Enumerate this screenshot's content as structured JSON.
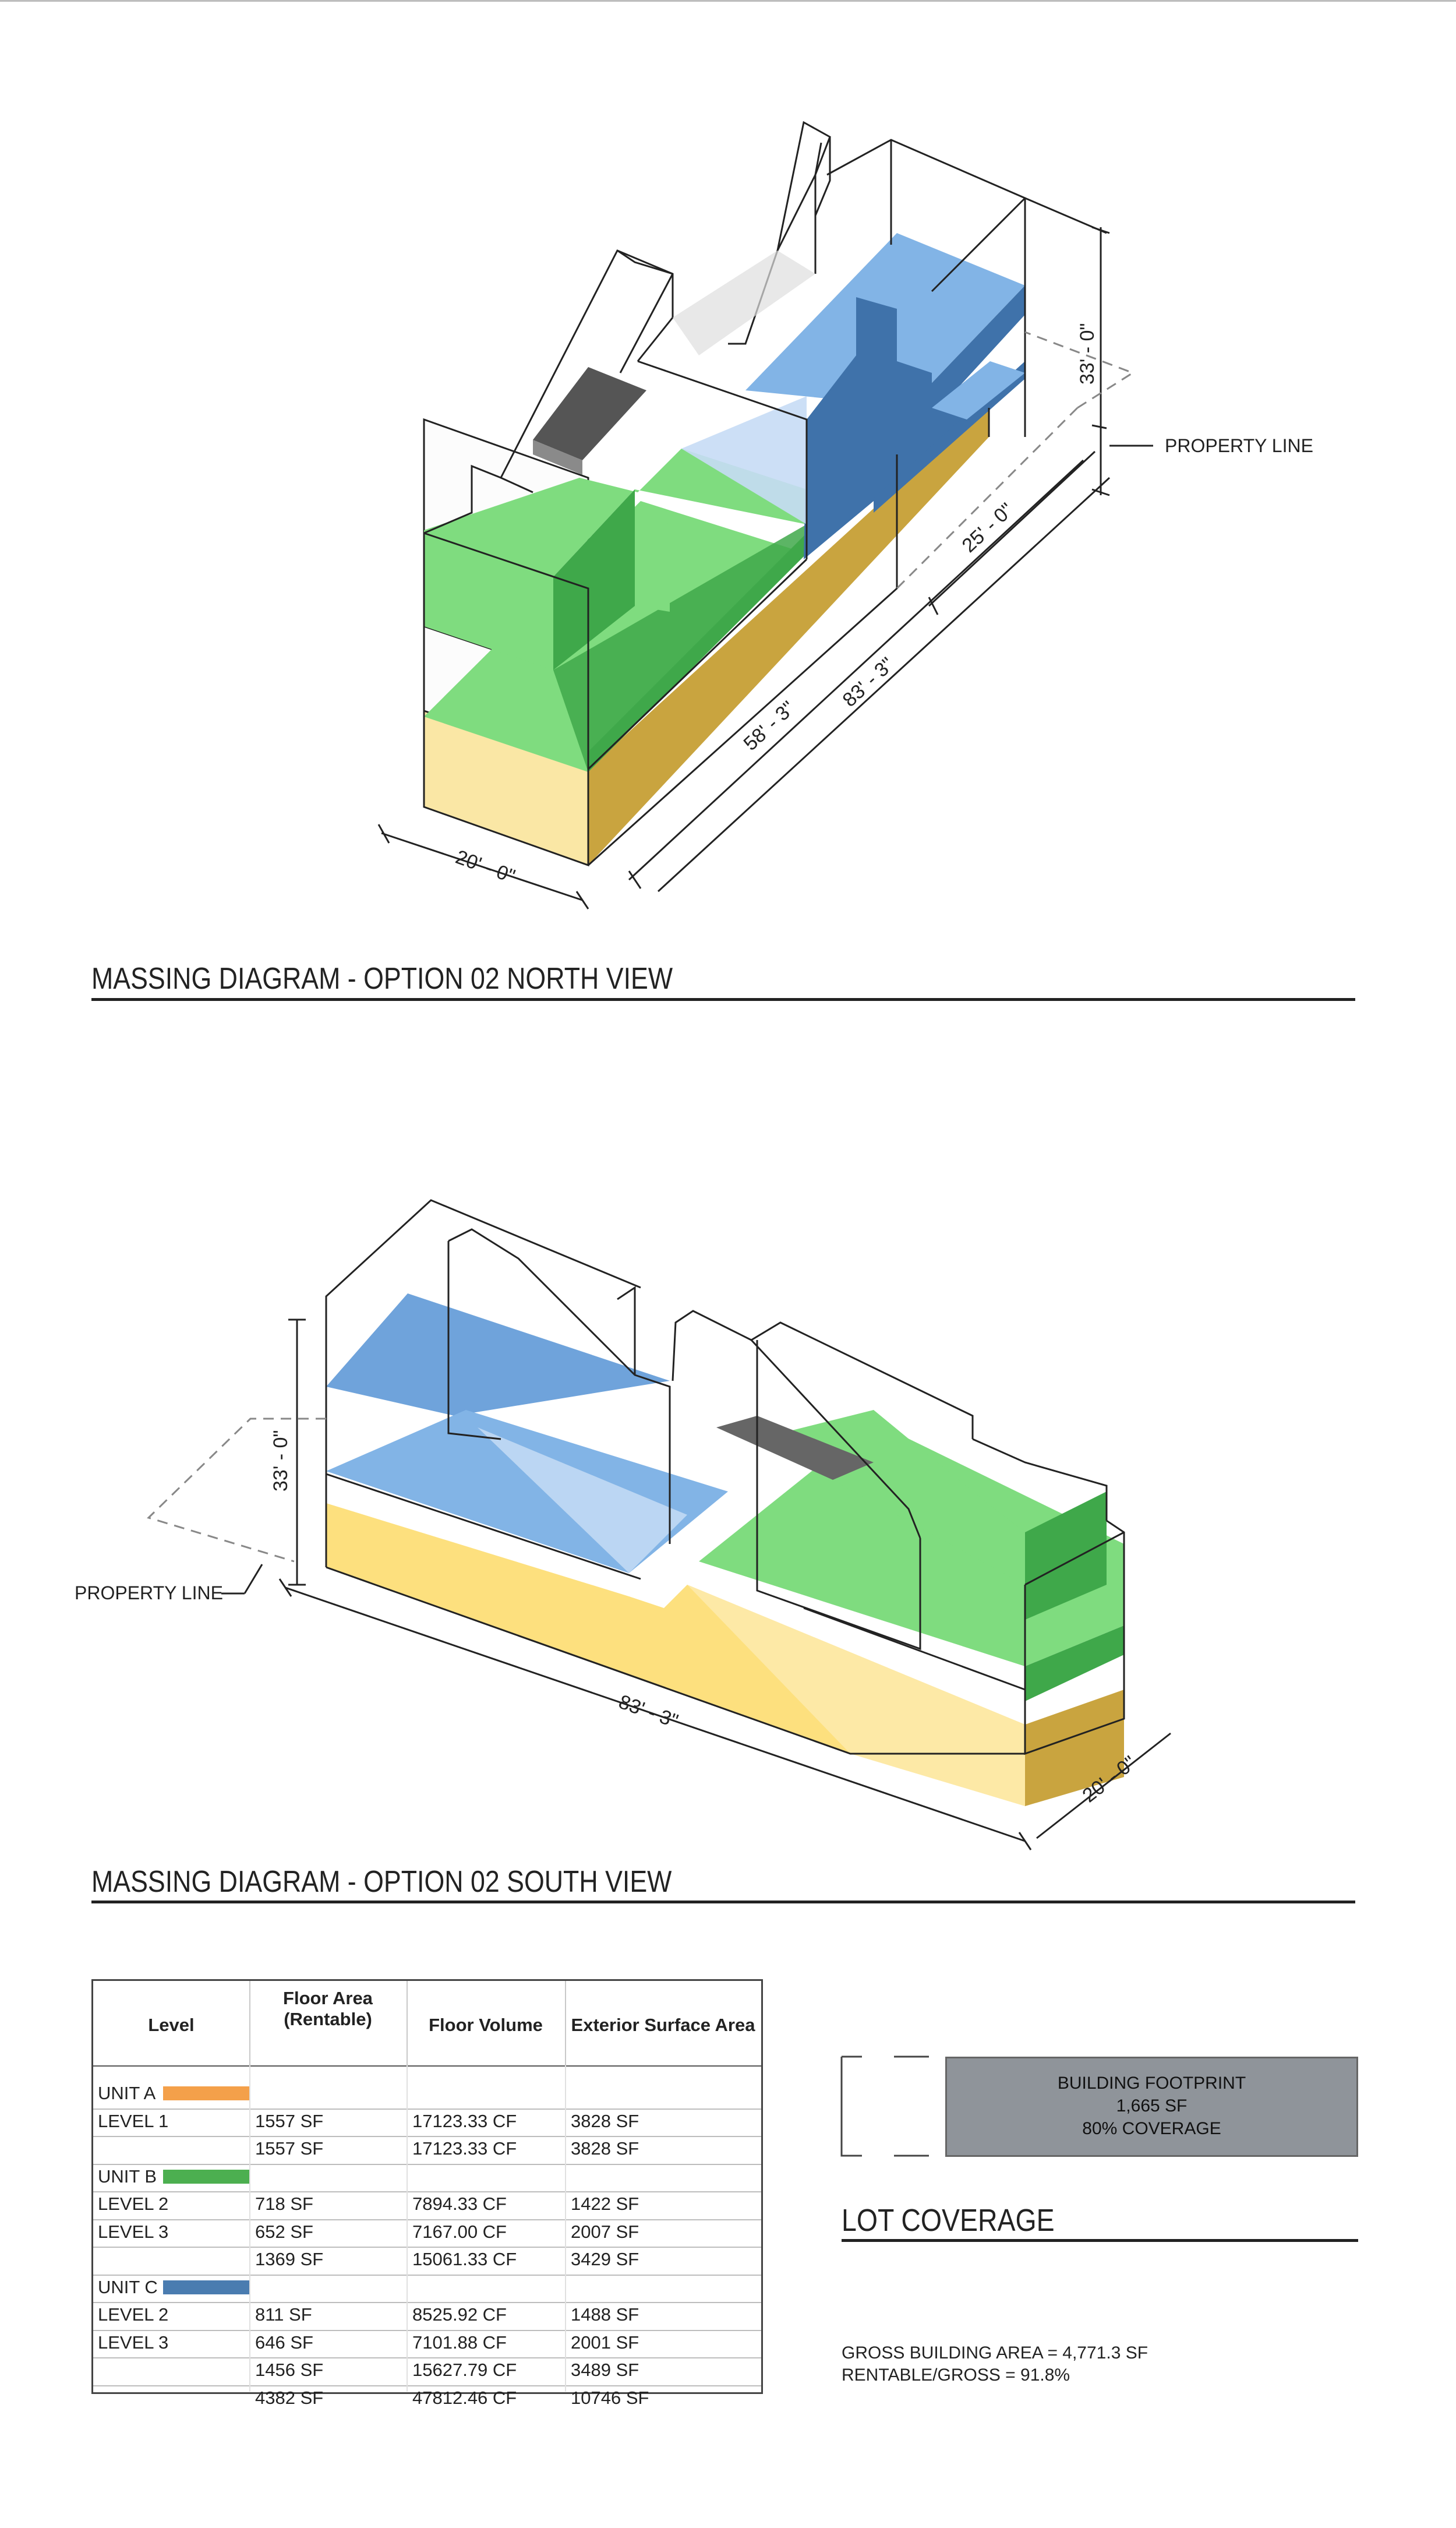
{
  "north": {
    "title": "MASSING DIAGRAM - OPTION 02 NORTH VIEW",
    "dims": {
      "height": "33' - 0\"",
      "width": "20' - 0\"",
      "length_a": "58' - 3\"",
      "length_total": "83' - 3\"",
      "length_b": "25' - 0\""
    },
    "property_line": "PROPERTY LINE"
  },
  "south": {
    "title": "MASSING DIAGRAM - OPTION 02 SOUTH VIEW",
    "dims": {
      "height": "33' - 0\"",
      "length_total": "83' - 3\"",
      "width": "20' - 0\""
    },
    "property_line": "PROPERTY LINE"
  },
  "colors": {
    "unit_a": "#f4a04a",
    "unit_b": "#4caf50",
    "unit_c": "#4a7cb0",
    "yellow_floor": "#fde07e",
    "gold_side": "#c9a43f",
    "green_floor": "#7fdc7f",
    "green_dark": "#3fa84a",
    "blue_floor": "#82b4e6",
    "blue_dark": "#3f72aa",
    "footprint": "#8f949a"
  },
  "table": {
    "headers": [
      "Level",
      "Floor Area (Rentable)",
      "Floor Volume",
      "Exterior Surface Area"
    ],
    "rows": [
      {
        "level": "UNIT A",
        "swatch": "unit_a",
        "area": "",
        "volume": "",
        "surface": ""
      },
      {
        "level": "LEVEL 1",
        "area": "1557 SF",
        "volume": "17123.33 CF",
        "surface": "3828 SF"
      },
      {
        "level": "",
        "area": "1557 SF",
        "volume": "17123.33 CF",
        "surface": "3828 SF"
      },
      {
        "level": "UNIT B",
        "swatch": "unit_b",
        "area": "",
        "volume": "",
        "surface": ""
      },
      {
        "level": "LEVEL 2",
        "area": "718 SF",
        "volume": "7894.33 CF",
        "surface": "1422 SF"
      },
      {
        "level": "LEVEL 3",
        "area": "652 SF",
        "volume": "7167.00 CF",
        "surface": "2007 SF"
      },
      {
        "level": "",
        "area": "1369 SF",
        "volume": "15061.33 CF",
        "surface": "3429 SF"
      },
      {
        "level": "UNIT C",
        "swatch": "unit_c",
        "area": "",
        "volume": "",
        "surface": ""
      },
      {
        "level": "LEVEL 2",
        "area": "811 SF",
        "volume": "8525.92 CF",
        "surface": "1488 SF"
      },
      {
        "level": "LEVEL 3",
        "area": "646 SF",
        "volume": "7101.88 CF",
        "surface": "2001 SF"
      },
      {
        "level": "",
        "area": "1456 SF",
        "volume": "15627.79 CF",
        "surface": "3489 SF"
      },
      {
        "level": "",
        "area": "4382 SF",
        "volume": "47812.46 CF",
        "surface": "10746 SF"
      }
    ]
  },
  "lot_coverage": {
    "title": "LOT COVERAGE",
    "footprint_lines": [
      "BUILDING FOOTPRINT",
      "1,665 SF",
      "80% COVERAGE"
    ],
    "gross": "GROSS BUILDING AREA = 4,771.3 SF",
    "ratio": "RENTABLE/GROSS = 91.8%"
  }
}
